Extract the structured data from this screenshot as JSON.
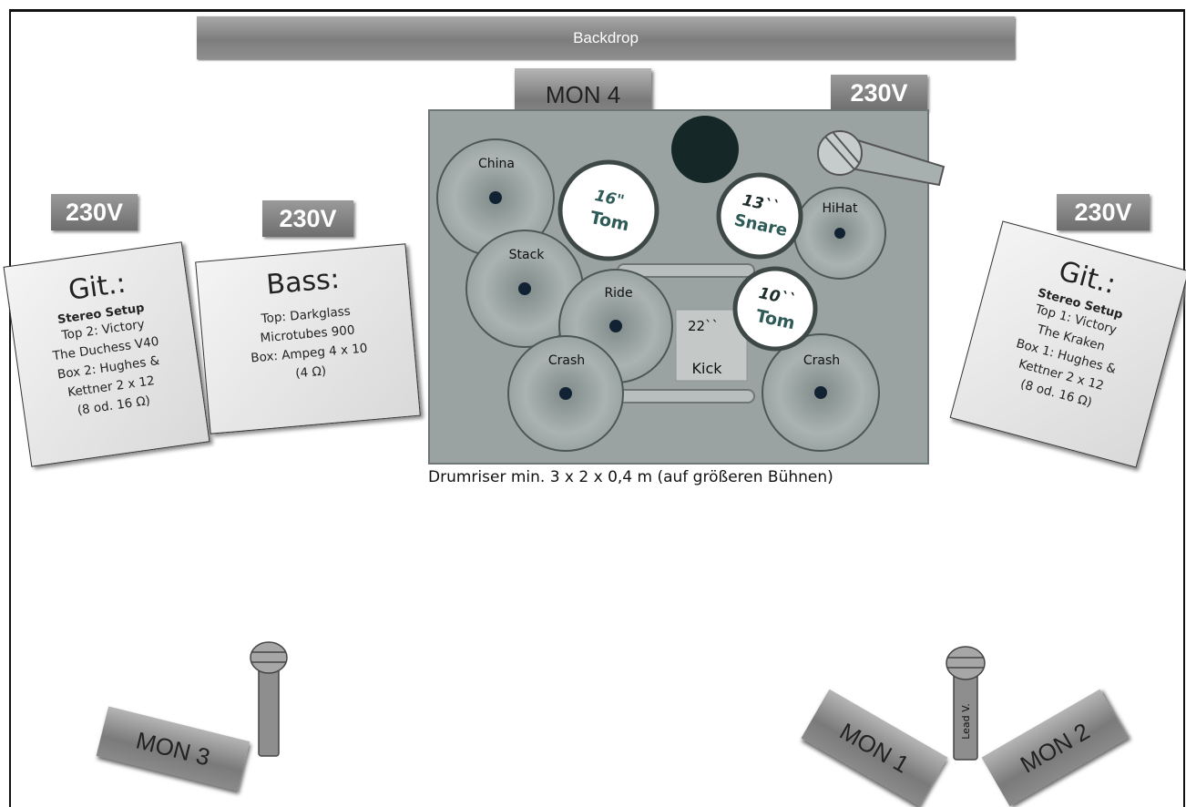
{
  "backdrop": "Backdrop",
  "power": {
    "label": "230V"
  },
  "monitors": {
    "mon1": "MON 1",
    "mon2": "MON 2",
    "mon3": "MON 3",
    "mon4": "MON 4"
  },
  "amps": {
    "left_guitar": {
      "title": "Git.:",
      "subtitle": "Stereo Setup",
      "lines": [
        "Top 2: Victory",
        "The Duchess V40",
        "Box 2: Hughes &",
        "Kettner 2 x 12",
        "(8 od. 16 Ω)"
      ]
    },
    "bass": {
      "title": "Bass:",
      "lines": [
        "Top:  Darkglass",
        "Microtubes 900",
        "Box: Ampeg 4 x 10",
        "(4 Ω)"
      ]
    },
    "right_guitar": {
      "title": "Git.:",
      "subtitle": "Stereo Setup",
      "lines": [
        "Top 1: Victory",
        "The Kraken",
        "Box 1:  Hughes &",
        "Kettner 2 x 12",
        "(8 od. 16 Ω)"
      ]
    }
  },
  "drums": {
    "china": "China",
    "stack": "Stack",
    "ride": "Ride",
    "crash_left": "Crash",
    "crash_right": "Crash",
    "hihat": "HiHat",
    "tom16_size": "16\"",
    "tom16_label": "Tom",
    "snare_size": "13``",
    "snare_label": "Snare",
    "tom10_size": "10``",
    "tom10_label": "Tom",
    "kick_size": "22``",
    "kick_label": "Kick"
  },
  "riser_caption": "Drumriser min. 3 x 2 x 0,4 m (auf größeren Bühnen)",
  "lead_vocal_label": "Lead V.",
  "colors": {
    "box_gray": "#7d7d7d",
    "riser": "#9aa3a2",
    "drum_label": "#2e5a57"
  }
}
